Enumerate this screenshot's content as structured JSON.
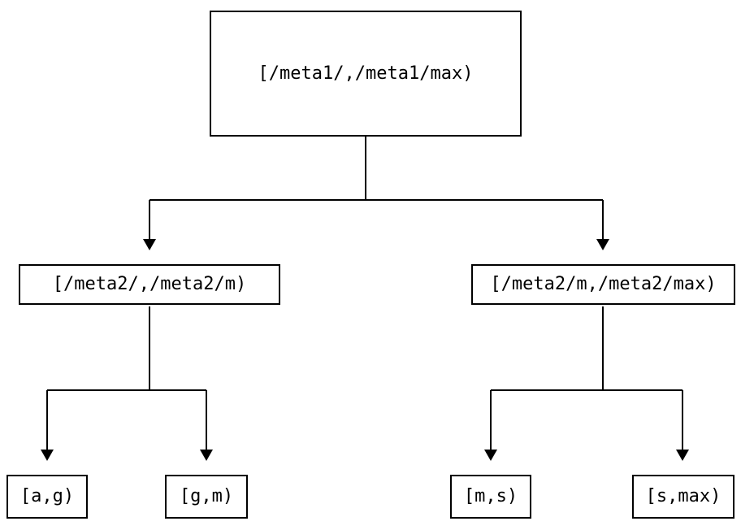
{
  "diagram": {
    "background": "#ffffff",
    "stroke_color": "#000000",
    "text_color": "#000000",
    "nodes": {
      "root": {
        "label": "[/meta1/,/meta1/max)"
      },
      "mid_left": {
        "label": "[/meta2/,/meta2/m)"
      },
      "mid_right": {
        "label": "[/meta2/m,/meta2/max)"
      },
      "leaf_ag": {
        "label": "[a,g)"
      },
      "leaf_gm": {
        "label": "[g,m)"
      },
      "leaf_ms": {
        "label": "[m,s)"
      },
      "leaf_smax": {
        "label": "[s,max)"
      }
    },
    "edges": [
      {
        "from": "root",
        "to": "mid_left"
      },
      {
        "from": "root",
        "to": "mid_right"
      },
      {
        "from": "mid_left",
        "to": "leaf_ag"
      },
      {
        "from": "mid_left",
        "to": "leaf_gm"
      },
      {
        "from": "mid_right",
        "to": "leaf_ms"
      },
      {
        "from": "mid_right",
        "to": "leaf_smax"
      }
    ]
  }
}
